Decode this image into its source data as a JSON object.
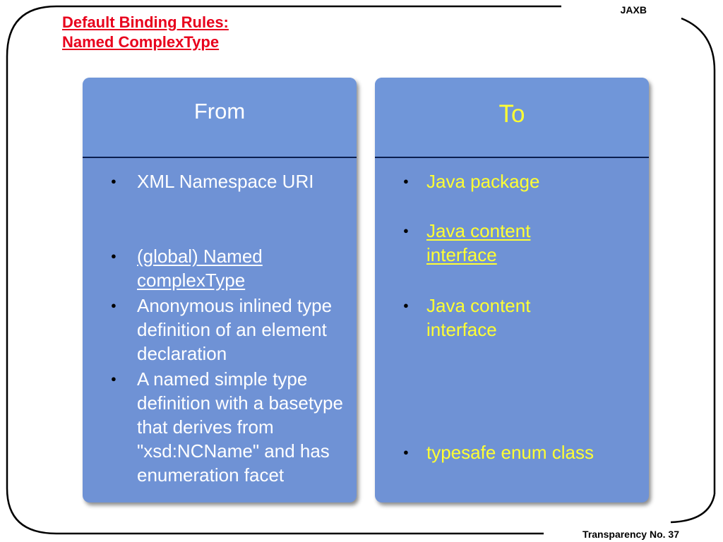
{
  "header": {
    "tag": "JAXB"
  },
  "title": {
    "line1": "Default Binding Rules:",
    "line2": "Named ComplexType"
  },
  "from": {
    "heading": "From",
    "items": [
      {
        "text": "XML Namespace URI"
      },
      {
        "text": "(global) Named complexType"
      },
      {
        "text": "Anonymous inlined type definition of an element declaration"
      },
      {
        "text": "A named simple type definition with a basetype that derives from \"xsd:NCName\" and has enumeration facet"
      }
    ]
  },
  "to": {
    "heading": "To",
    "items": [
      {
        "text": "Java package"
      },
      {
        "text": "Java content interface"
      },
      {
        "text": "Java content interface"
      },
      {
        "text": "typesafe enum class"
      }
    ]
  },
  "footer": {
    "tag": "Transparency No. 37"
  }
}
